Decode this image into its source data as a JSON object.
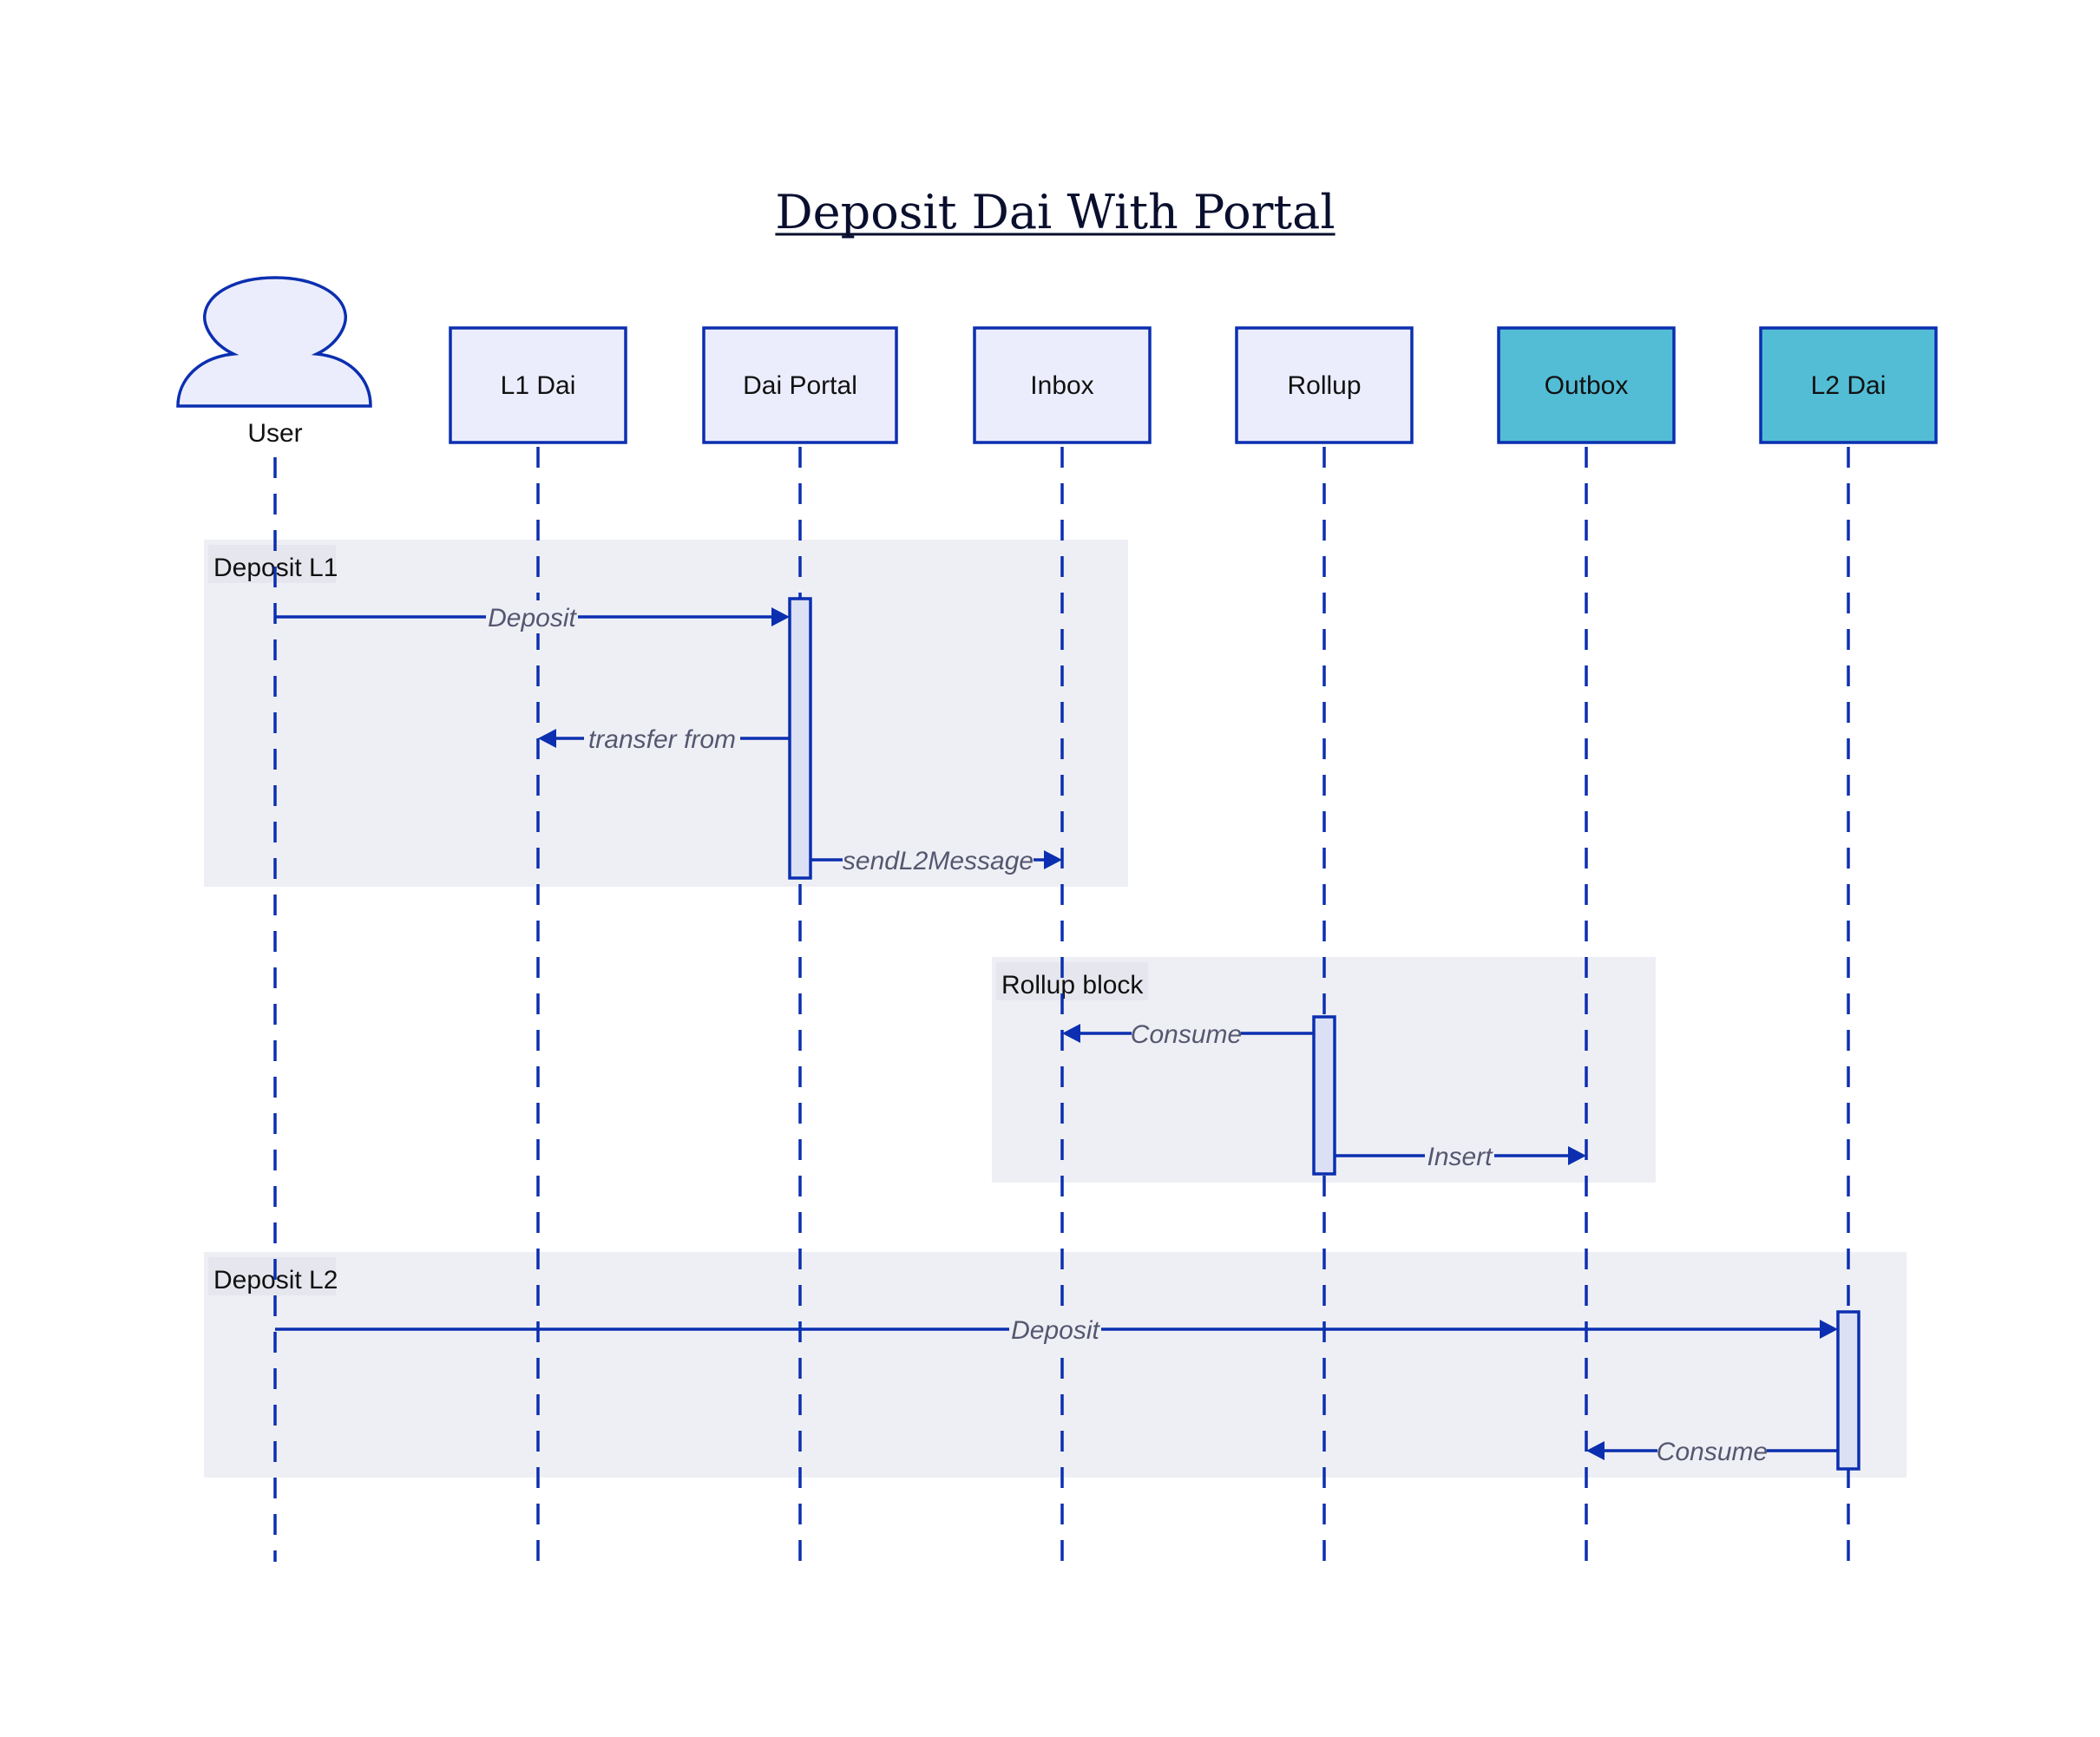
{
  "title": "Deposit Dai With Portal",
  "colors": {
    "line": "#0b2fb0",
    "participant_fill": "#ecedfc",
    "highlight_fill": "#53bdd6",
    "group_fill": "#eeeff5",
    "activation_fill": "#dbe0f5"
  },
  "participants": [
    {
      "id": "user",
      "label": "User",
      "kind": "actor",
      "icon": "person-icon"
    },
    {
      "id": "l1dai",
      "label": "L1 Dai",
      "kind": "box",
      "highlight": false
    },
    {
      "id": "portal",
      "label": "Dai Portal",
      "kind": "box",
      "highlight": false
    },
    {
      "id": "inbox",
      "label": "Inbox",
      "kind": "box",
      "highlight": false
    },
    {
      "id": "rollup",
      "label": "Rollup",
      "kind": "box",
      "highlight": false
    },
    {
      "id": "outbox",
      "label": "Outbox",
      "kind": "box",
      "highlight": true
    },
    {
      "id": "l2dai",
      "label": "L2 Dai",
      "kind": "box",
      "highlight": true
    }
  ],
  "groups": [
    {
      "label": "Deposit L1"
    },
    {
      "label": "Rollup block"
    },
    {
      "label": "Deposit L2"
    }
  ],
  "messages": [
    {
      "from": "user",
      "to": "portal",
      "label": "Deposit"
    },
    {
      "from": "portal",
      "to": "l1dai",
      "label": "transfer from"
    },
    {
      "from": "portal",
      "to": "inbox",
      "label": "sendL2Message"
    },
    {
      "from": "rollup",
      "to": "inbox",
      "label": "Consume"
    },
    {
      "from": "rollup",
      "to": "outbox",
      "label": "Insert"
    },
    {
      "from": "user",
      "to": "l2dai",
      "label": "Deposit"
    },
    {
      "from": "l2dai",
      "to": "outbox",
      "label": "Consume"
    }
  ]
}
